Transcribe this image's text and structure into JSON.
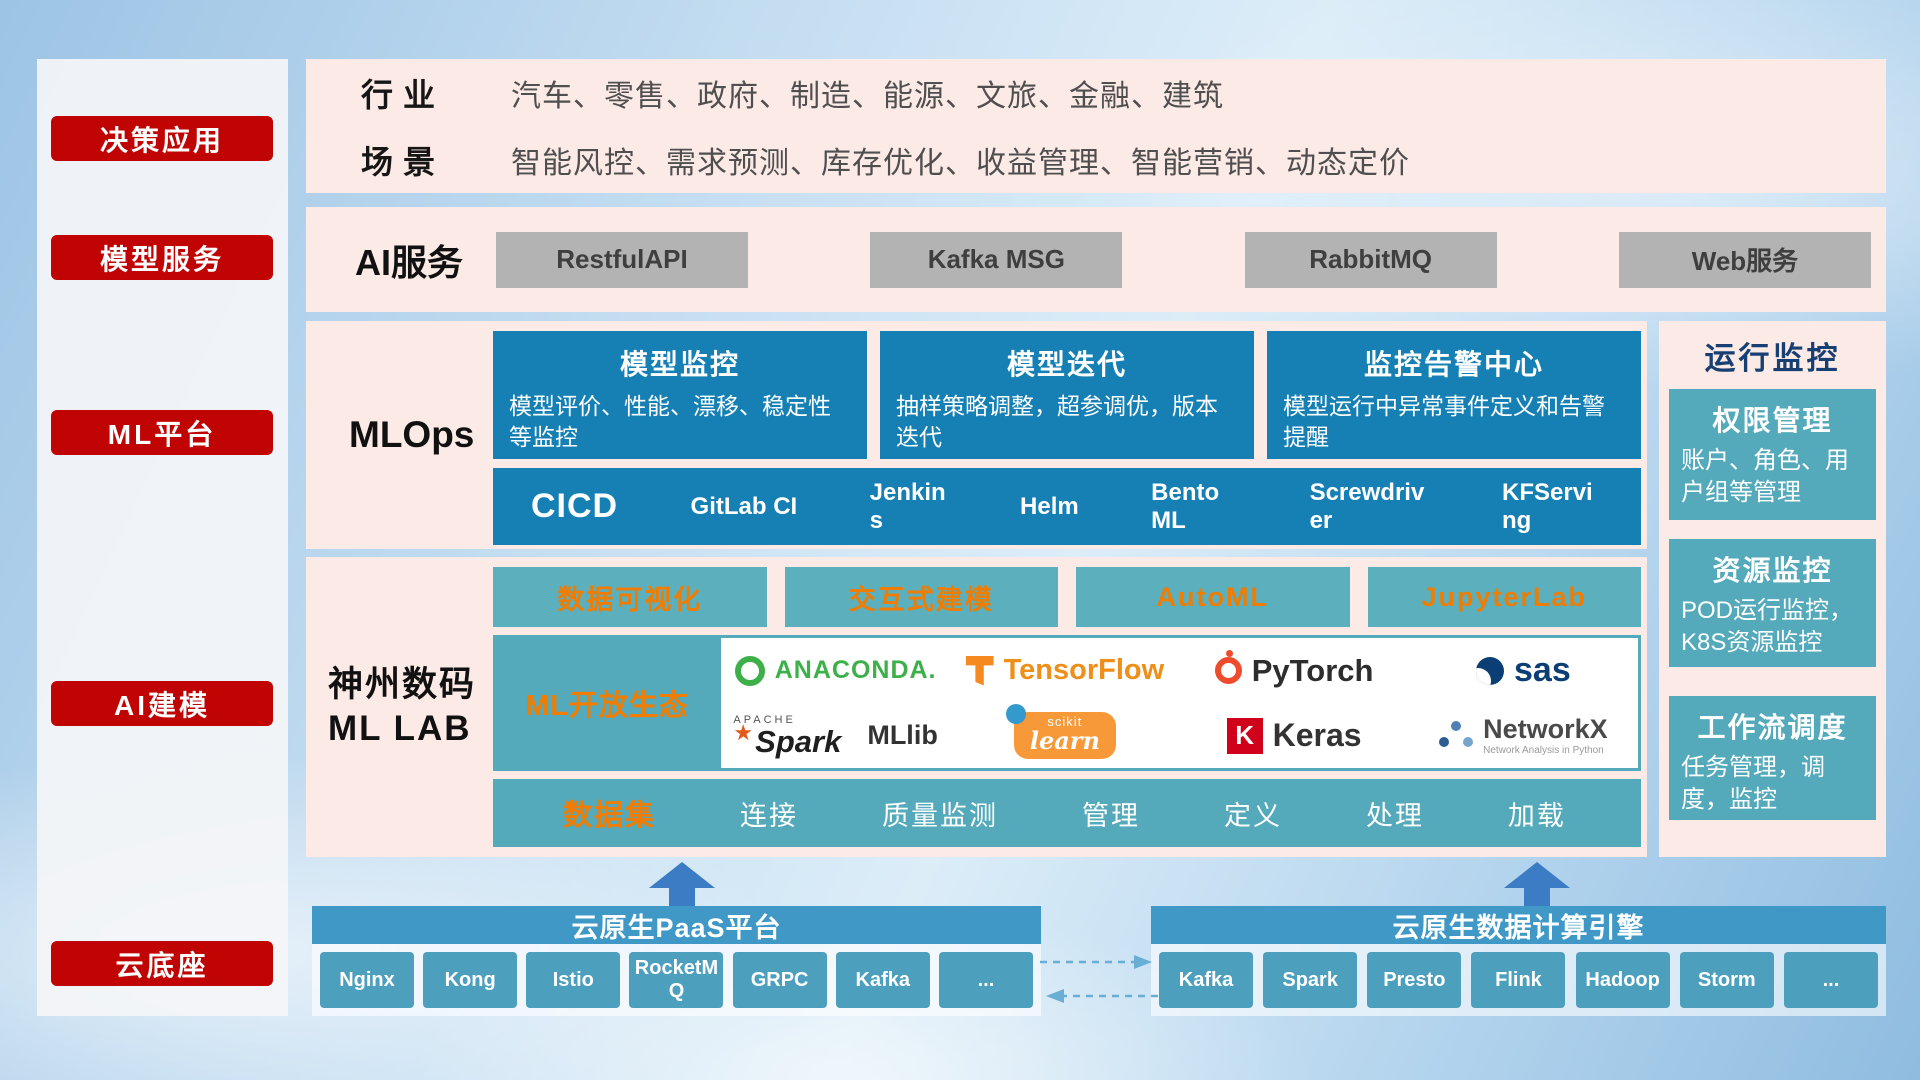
{
  "palette": {
    "red": "#c00303",
    "pink_panel": "#fceae6",
    "blue": "#1680b5",
    "teal": "#54aaba",
    "orange": "#f07c00",
    "cloud_header_blue": "#3f98c6",
    "cloud_button_blue": "#4d9fbe",
    "gray_button": "#b3b3b3",
    "navy_title": "#173f73",
    "arrow_blue": "#3b7cc4"
  },
  "sidebar": {
    "items": [
      {
        "label": "决策应用"
      },
      {
        "label": "模型服务"
      },
      {
        "label": "ML平台"
      },
      {
        "label": "AI建模"
      },
      {
        "label": "云底座"
      }
    ]
  },
  "industry": {
    "rows": [
      {
        "label": "行业",
        "text": "汽车、零售、政府、制造、能源、文旅、金融、建筑"
      },
      {
        "label": "场景",
        "text": "智能风控、需求预测、库存优化、收益管理、智能营销、动态定价"
      }
    ]
  },
  "ai_service": {
    "label": "AI服务",
    "buttons": [
      "RestfulAPI",
      "Kafka MSG",
      "RabbitMQ",
      "Web服务"
    ]
  },
  "mlops": {
    "label": "MLOps",
    "cards": [
      {
        "title": "模型监控",
        "desc": "模型评价、性能、漂移、稳定性等监控"
      },
      {
        "title": "模型迭代",
        "desc": "抽样策略调整，超参调优，版本迭代"
      },
      {
        "title": "监控告警中心",
        "desc": "模型运行中异常事件定义和告警提醒"
      }
    ],
    "cicd_label": "CICD",
    "cicd_items": [
      "GitLab CI",
      "Jenkins",
      "Helm",
      "BentoML",
      "Screwdriver",
      "KFServing"
    ]
  },
  "mllab": {
    "label_line1": "神州数码",
    "label_line2": "ML LAB",
    "top_buttons": [
      "数据可视化",
      "交互式建模",
      "AutoML",
      "JupyterLab"
    ],
    "eco_label": "ML开放生态",
    "logos": {
      "anaconda": "ANACONDA.",
      "tensorflow": "TensorFlow",
      "pytorch": "PyTorch",
      "sas": "sas",
      "spark_apache": "APACHE",
      "spark_star": "★",
      "spark": "Spark",
      "mllib": "MLlib",
      "sklearn_top": "scikit",
      "sklearn": "learn",
      "keras_k": "K",
      "keras": "Keras",
      "networkx": "NetworkX",
      "networkx_sub": "Network Analysis in Python"
    },
    "dataset_label": "数据集",
    "dataset_items": [
      "连接",
      "质量监测",
      "管理",
      "定义",
      "处理",
      "加载"
    ]
  },
  "monitoring": {
    "title": "运行监控",
    "cards": [
      {
        "title": "权限管理",
        "desc": "账户、角色、用户组等管理"
      },
      {
        "title": "资源监控",
        "desc": "POD运行监控，K8S资源监控"
      },
      {
        "title": "工作流调度",
        "desc": "任务管理，调度，监控"
      }
    ]
  },
  "cloud": {
    "paas_title": "云原生PaaS平台",
    "paas_items": [
      "Nginx",
      "Kong",
      "Istio",
      "RocketMQ",
      "GRPC",
      "Kafka",
      "..."
    ],
    "engine_title": "云原生数据计算引擎",
    "engine_items": [
      "Kafka",
      "Spark",
      "Presto",
      "Flink",
      "Hadoop",
      "Storm",
      "..."
    ]
  }
}
